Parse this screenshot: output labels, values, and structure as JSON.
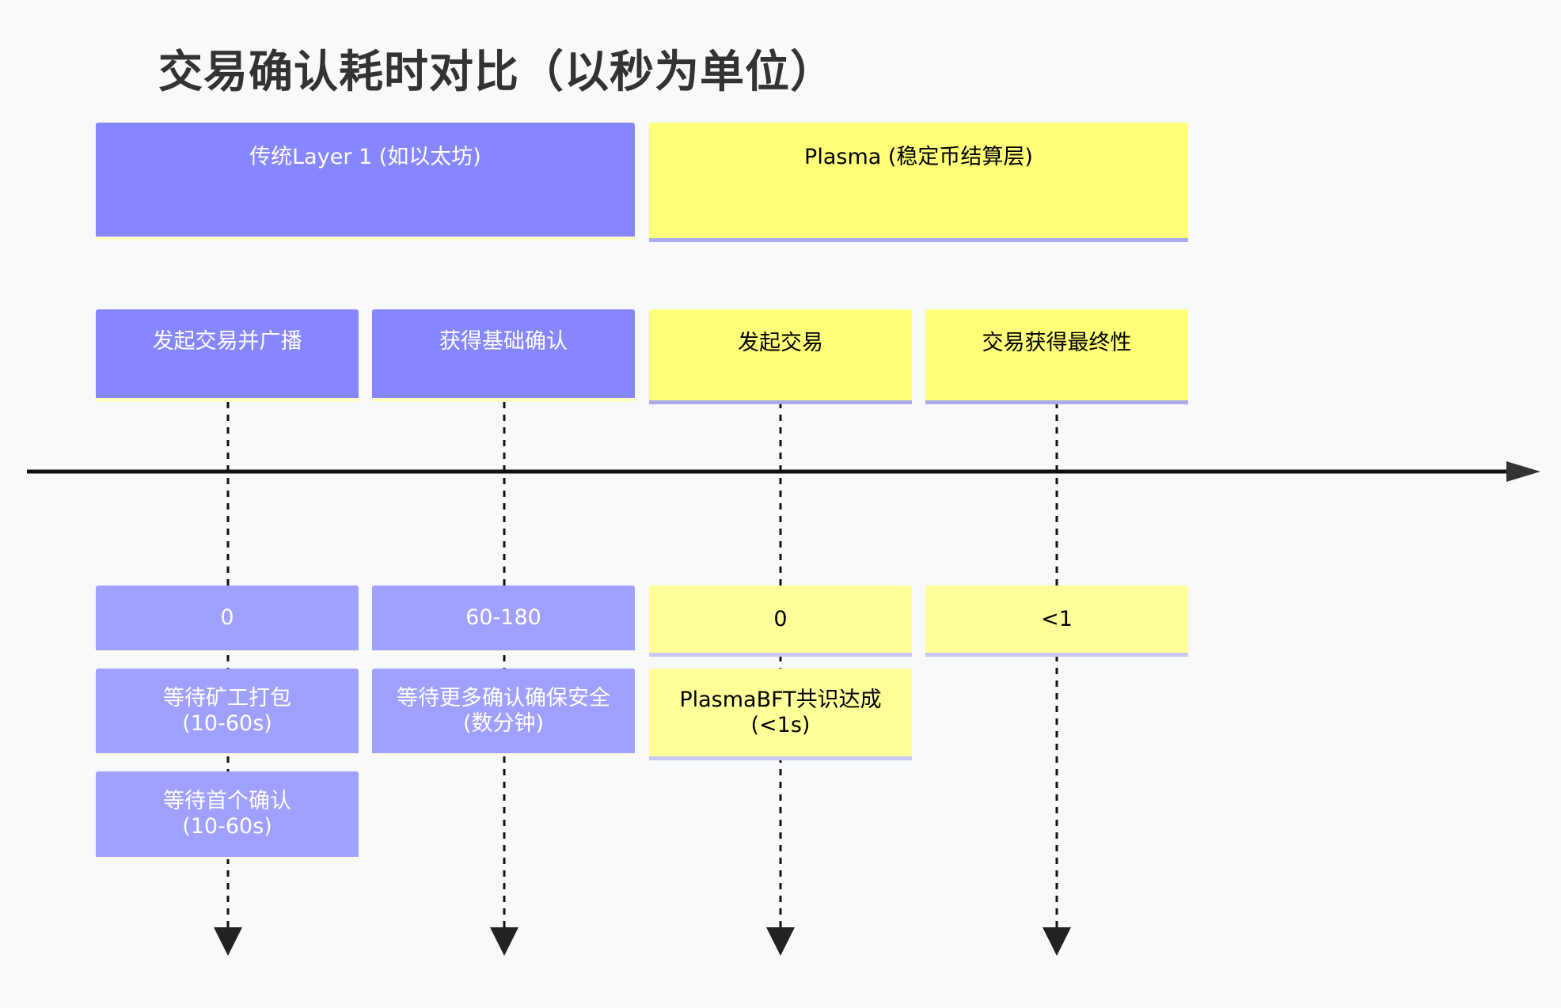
{
  "title": "交易确认耗时对比（以秒为单位）",
  "colors": {
    "layer1": "#8686ff",
    "layer1_light": "#a0a0ff",
    "plasma": "#ffff78",
    "plasma_light": "#ffff9a",
    "axis": "#111111"
  },
  "sections": [
    {
      "label": "传统Layer 1 (如以太坊)"
    },
    {
      "label": "Plasma (稳定币结算层)"
    }
  ],
  "periods": [
    {
      "label": "发起交易并广播",
      "time": "0",
      "events": [
        "等待矿工打包\n(10-60s)",
        "等待首个确认\n(10-60s)"
      ]
    },
    {
      "label": "获得基础确认",
      "time": "60-180",
      "events": [
        "等待更多确认确保安全\n(数分钟)"
      ]
    },
    {
      "label": "发起交易",
      "time": "0",
      "events": [
        "PlasmaBFT共识达成\n(<1s)"
      ]
    },
    {
      "label": "交易获得最终性",
      "time": "<1",
      "events": []
    }
  ]
}
